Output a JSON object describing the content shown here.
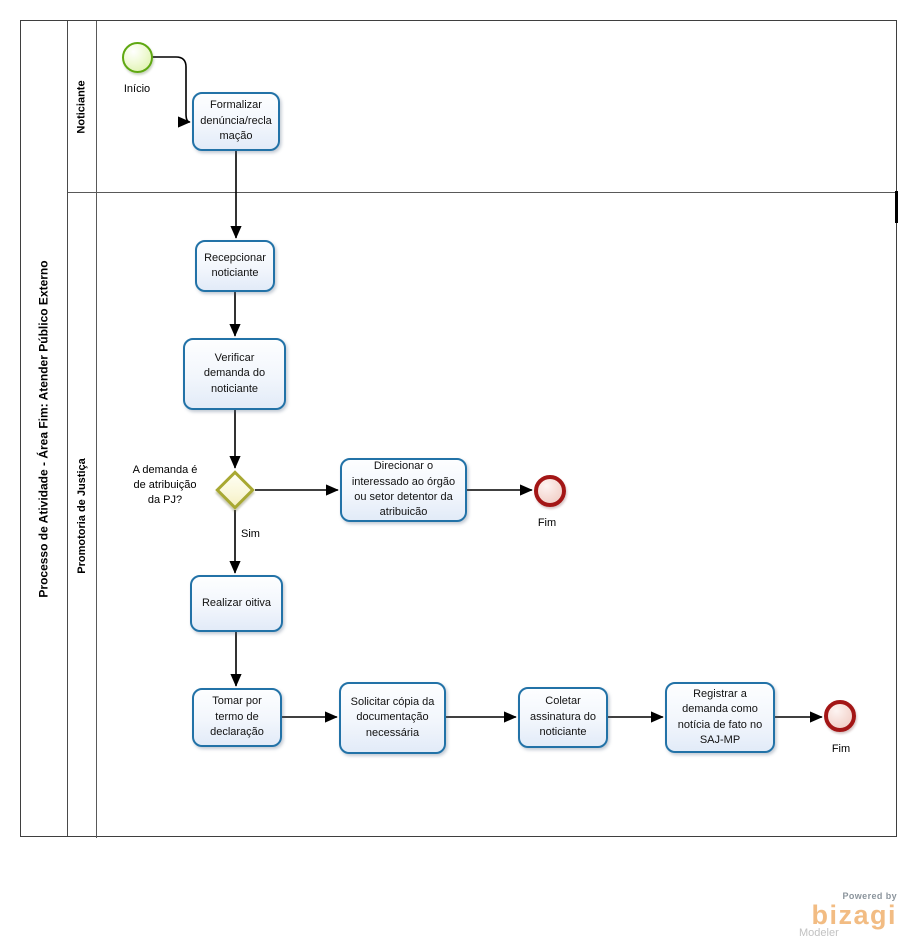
{
  "pool": {
    "title": "Processo de Atividade - Área Fim: Atender Público Externo",
    "lanes": [
      {
        "label": "Noticiante"
      },
      {
        "label": "Promotoria de Justiça"
      }
    ]
  },
  "events": {
    "start": {
      "label": "Início"
    },
    "end_referral": {
      "label": "Fim"
    },
    "end_final": {
      "label": "Fim"
    }
  },
  "gateway": {
    "question": "A demanda é de atribuição da PJ?",
    "yes_label": "Sim"
  },
  "tasks": {
    "formalizar": {
      "label": "Formalizar denúncia/recla mação"
    },
    "recepcionar": {
      "label": "Recepcionar noticiante"
    },
    "verificar": {
      "label": "Verificar demanda do noticiante"
    },
    "direcionar": {
      "label": "Direcionar o interessado ao órgão ou setor detentor da atribuicão"
    },
    "realizar": {
      "label": "Realizar oitiva"
    },
    "tomar": {
      "label": "Tomar por termo de declaração"
    },
    "solicitar": {
      "label": "Solicitar cópia da documentação necessária"
    },
    "coletar": {
      "label": "Coletar assinatura do noticiante"
    },
    "registrar": {
      "label": "Registrar a demanda como notícia de fato no SAJ-MP"
    }
  },
  "logo": {
    "powered_by": "Powered by",
    "brand": "bizagi",
    "product": "Modeler"
  },
  "colors": {
    "task_border": "#2272a7",
    "start_border": "#5fa812",
    "end_border": "#a31616",
    "gateway_border": "#a8a832",
    "flow": "#000000",
    "brand_orange": "#f2bc83"
  }
}
